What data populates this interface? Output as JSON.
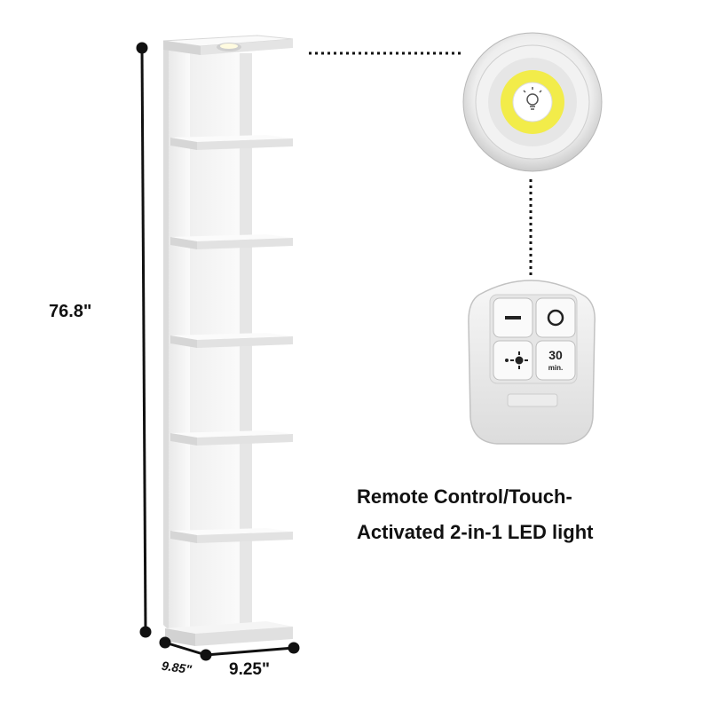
{
  "dimensions": {
    "height": "76.8\"",
    "depth": "9.85\"",
    "width": "9.25\""
  },
  "caption": {
    "line1": "Remote Control/Touch-",
    "line2": "Activated 2-in-1 LED light"
  },
  "remote": {
    "timer_number": "30",
    "timer_unit": "min."
  },
  "icons": {
    "light": "bulb-icon",
    "off": "minus-icon",
    "on": "circle-icon",
    "brightness": "sun-icon"
  },
  "colors": {
    "led_ring": "#f2ec4a",
    "shelf": "#f4f4f4",
    "dimension_line": "#111111"
  }
}
